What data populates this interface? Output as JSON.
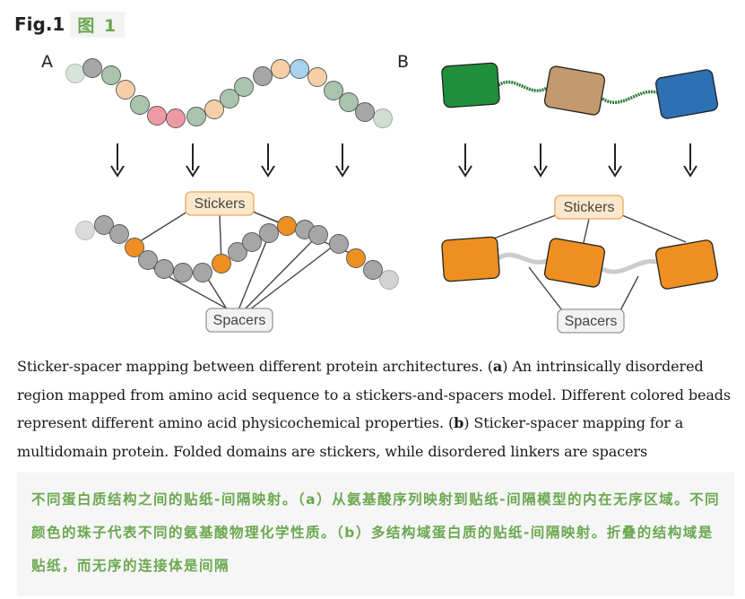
{
  "header": {
    "fig_label": "Fig.1",
    "fig_label_cn": "图 1"
  },
  "panels": {
    "a": {
      "label": "A",
      "stickers_label": "Stickers",
      "spacers_label": "Spacers"
    },
    "b": {
      "label": "B",
      "stickers_label": "Stickers",
      "spacers_label": "Spacers"
    }
  },
  "colors": {
    "gray_bead": "#a6a6a6",
    "green_bead": "#a8c4ad",
    "peach_bead": "#f6cfa8",
    "pink_bead": "#ef9aa2",
    "blue_bead": "#a9d2ec",
    "sticker_orange": "#ef8f21",
    "domain_green": "#1f8f3c",
    "domain_brown": "#c4996d",
    "domain_blue": "#2d70b4",
    "label_box_fill": "#fbe8cc",
    "label_box_border": "#e8a85c",
    "caption_cn_color": "#6aa84f"
  },
  "caption_en": {
    "part1": "Sticker-spacer mapping between different protein architectures. (",
    "a_letter": "a",
    "part2": ") An intrinsically disordered region mapped from amino acid sequence to a stickers-and-spacers model. Different colored beads represent different amino acid physicochemical properties. (",
    "b_letter": "b",
    "part3": ") Sticker-spacer mapping for a multidomain protein. Folded domains are stickers, while disordered linkers are spacers"
  },
  "caption_cn": "不同蛋白质结构之间的贴纸-间隔映射。（a）从氨基酸序列映射到贴纸-间隔模型的内在无序区域。不同颜色的珠子代表不同的氨基酸物理化学性质。（b）多结构域蛋白质的贴纸-间隔映射。折叠的结构域是贴纸，而无序的连接体是间隔"
}
